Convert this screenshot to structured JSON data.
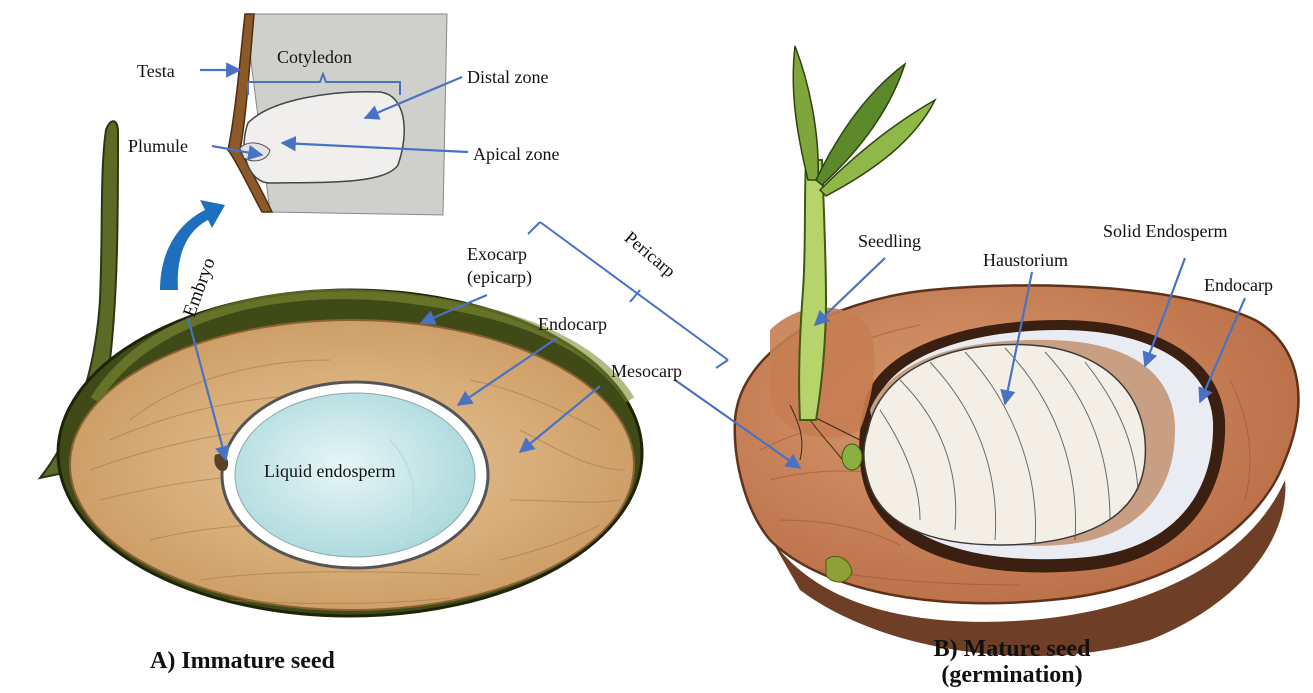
{
  "panel_a": {
    "caption": "A) Immature seed",
    "labels": {
      "testa": "Testa",
      "cotyledon": "Cotyledon",
      "distal_zone": "Distal zone",
      "plumule": "Plumule",
      "apical_zone": "Apical zone",
      "embryo": "Embryo",
      "exocarp": "Exocarp",
      "exocarp_alt": "(epicarp)",
      "pericarp": "Pericarp",
      "endocarp": "Endocarp",
      "mesocarp": "Mesocarp",
      "liquid_endosperm": "Liquid endosperm"
    }
  },
  "panel_b": {
    "caption_line1": "B) Mature seed",
    "caption_line2": "(germination)",
    "labels": {
      "seedling": "Seedling",
      "haustorium": "Haustorium",
      "solid_endosperm": "Solid Endosperm",
      "endocarp": "Endocarp"
    }
  },
  "colors": {
    "arrow": "#4a72c4",
    "embryo_arrow": "#1f6fbf",
    "mesocarp": "#d9b07c",
    "exocarp": "#4f5a1e",
    "liquid_endosperm": "#cfe9ea",
    "mature_husk": "#c9805a",
    "inset_bg": "#cfd0cb"
  }
}
